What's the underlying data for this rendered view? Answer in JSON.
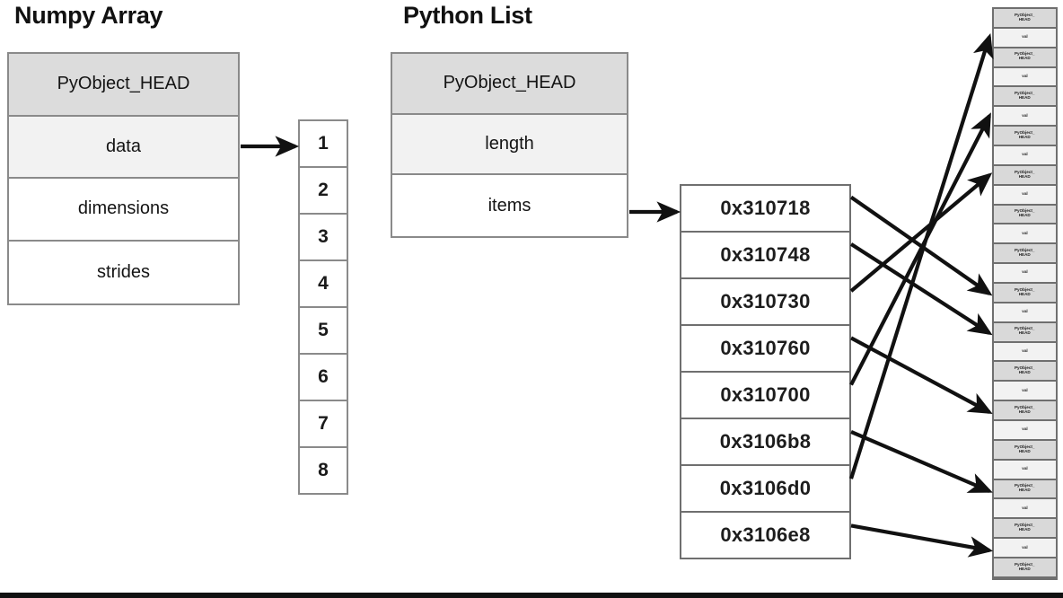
{
  "figure": {
    "bottom_rule_color": "#111111"
  },
  "numpy": {
    "title": "Numpy Array",
    "struct_rows": [
      {
        "label": "PyObject_HEAD",
        "style": "head"
      },
      {
        "label": "data",
        "style": "shaded"
      },
      {
        "label": "dimensions",
        "style": "plain"
      },
      {
        "label": "strides",
        "style": "plain"
      }
    ],
    "data_values": [
      "1",
      "2",
      "3",
      "4",
      "5",
      "6",
      "7",
      "8"
    ]
  },
  "pylist": {
    "title": "Python List",
    "struct_rows": [
      {
        "label": "PyObject_HEAD",
        "style": "head"
      },
      {
        "label": "length",
        "style": "shaded"
      },
      {
        "label": "items",
        "style": "plain"
      }
    ],
    "addresses": [
      "0x310718",
      "0x310748",
      "0x310730",
      "0x310760",
      "0x310700",
      "0x3106b8",
      "0x3106d0",
      "0x3106e8"
    ]
  },
  "heap": {
    "object_count": 8,
    "cell_head_label": "PyObject_\nHEAD",
    "cell_value_label": "val",
    "cell_count": 29,
    "head_color": "#d9d9d9",
    "value_color": "#f2f2f2"
  },
  "arrows": {
    "stroke_color": "#111111",
    "data_pointer": {
      "from": "numpy.data",
      "to": "numpy.data_values.0"
    },
    "items_pointer": {
      "from": "pylist.items",
      "to": "pylist.addresses.0"
    },
    "address_to_heap": [
      {
        "address_index": 0,
        "heap_cell_index": 14
      },
      {
        "address_index": 1,
        "heap_cell_index": 16
      },
      {
        "address_index": 2,
        "heap_cell_index": 8
      },
      {
        "address_index": 3,
        "heap_cell_index": 20
      },
      {
        "address_index": 4,
        "heap_cell_index": 5
      },
      {
        "address_index": 5,
        "heap_cell_index": 24
      },
      {
        "address_index": 6,
        "heap_cell_index": 1
      },
      {
        "address_index": 7,
        "heap_cell_index": 27
      }
    ]
  }
}
